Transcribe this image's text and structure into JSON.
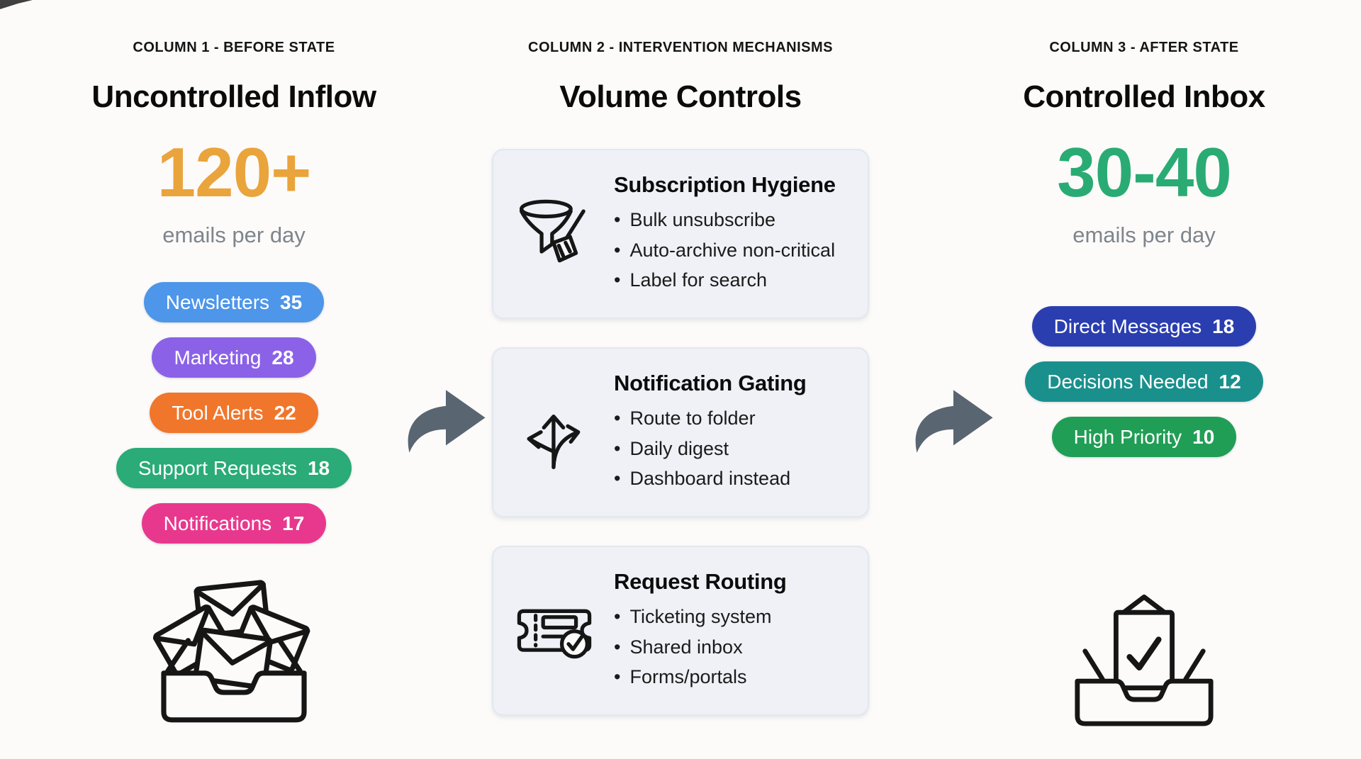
{
  "arrows": {
    "color": "#5A6572",
    "icon": "curved-right-arrow-icon"
  },
  "columns": [
    {
      "kicker": "COLUMN 1 - BEFORE STATE",
      "title": "Uncontrolled Inflow",
      "metric": {
        "value": "120+",
        "caption": "emails per day",
        "color": "#EAA43C"
      },
      "pills": [
        {
          "label": "Newsletters",
          "count": "35",
          "color": "#4D96E9"
        },
        {
          "label": "Marketing",
          "count": "28",
          "color": "#8B61E8"
        },
        {
          "label": "Tool Alerts",
          "count": "22",
          "color": "#F0762B"
        },
        {
          "label": "Support Requests",
          "count": "18",
          "color": "#2AAB77"
        },
        {
          "label": "Notifications",
          "count": "17",
          "color": "#E8388E"
        }
      ],
      "icon": "overflowing-inbox-icon"
    },
    {
      "kicker": "COLUMN 2 - INTERVENTION MECHANISMS",
      "title": "Volume Controls",
      "cards": [
        {
          "icon": "funnel-broom-icon",
          "title": "Subscription Hygiene",
          "bullets": [
            "Bulk unsubscribe",
            "Auto-archive non-critical",
            "Label for search"
          ]
        },
        {
          "icon": "three-way-arrows-icon",
          "title": "Notification Gating",
          "bullets": [
            "Route to folder",
            "Daily digest",
            "Dashboard instead"
          ]
        },
        {
          "icon": "ticket-check-icon",
          "title": "Request Routing",
          "bullets": [
            "Ticketing system",
            "Shared inbox",
            "Forms/portals"
          ]
        }
      ]
    },
    {
      "kicker": "COLUMN 3 - AFTER STATE",
      "title": "Controlled Inbox",
      "metric": {
        "value": "30-40",
        "caption": "emails per day",
        "color": "#2AAB74"
      },
      "pills": [
        {
          "label": "Direct Messages",
          "count": "18",
          "color": "#2B3EAF"
        },
        {
          "label": "Decisions Needed",
          "count": "12",
          "color": "#1A908D"
        },
        {
          "label": "High Priority",
          "count": "10",
          "color": "#219E55"
        }
      ],
      "icon": "clean-inbox-icon"
    }
  ]
}
